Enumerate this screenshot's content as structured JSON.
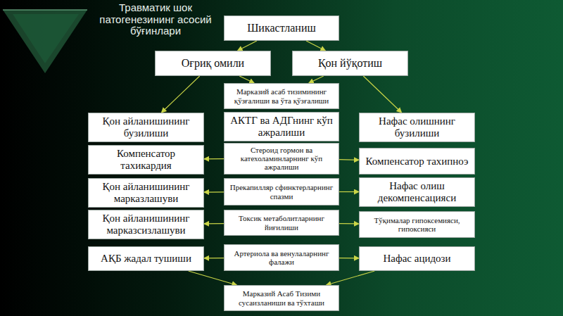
{
  "diagram": {
    "title": "Травматик шок патогенезининг асосий бўғинлари",
    "nodes": [
      {
        "text": [
          "Шикастланиш"
        ]
      },
      {
        "text": [
          "Оғриқ омили"
        ]
      },
      {
        "text": [
          "Қон йўқотиш"
        ]
      },
      {
        "text": [
          "Марказий асаб тизимининг қўзғалиши ва ўта қўзғалиши"
        ]
      },
      {
        "text": [
          "Қон айланишининг бузилиши"
        ]
      },
      {
        "text": [
          "АКТГ ва АДГнинг кўп ажралиши"
        ]
      },
      {
        "text": [
          "Нафас олишнинг бузилиши"
        ]
      },
      {
        "text": [
          "Компенсатор тахикардия"
        ]
      },
      {
        "text": [
          "Стероид гормон ва катехоламинларнинг кўп ажралиши"
        ]
      },
      {
        "text": [
          "Компенсатор тахипноэ"
        ]
      },
      {
        "text": [
          "Қон айланишининг марказлашуви"
        ]
      },
      {
        "text": [
          "Прекапилляр сфинктерларнинг спазми"
        ]
      },
      {
        "text": [
          "Нафас олиш декомпенсацияси"
        ]
      },
      {
        "text": [
          "Қон айланишининг марказсизлашуви"
        ]
      },
      {
        "text": [
          "Токсик метаболитларнинг йиғилиши"
        ]
      },
      {
        "text": [
          "Тўқималар гипоксемияси, гипоксияси"
        ]
      },
      {
        "text": [
          "АҚБ жадал тушиши"
        ]
      },
      {
        "text": [
          "Артериола ва венулаларнинг фалажи"
        ]
      },
      {
        "text": [
          "Нафас ацидози"
        ]
      },
      {
        "text": [
          "Марказий Асаб Тизими сусаизланиши ва тўхташи"
        ]
      }
    ],
    "edges": [
      {
        "from": 0,
        "to": 1,
        "arrow": "to"
      },
      {
        "from": 0,
        "to": 2,
        "arrow": "to"
      },
      {
        "from": 1,
        "to": 3,
        "arrow": "to"
      },
      {
        "from": 2,
        "to": 3,
        "arrow": "to"
      },
      {
        "from": 1,
        "to": 4,
        "arrow": "to"
      },
      {
        "from": 2,
        "to": 6,
        "arrow": "to"
      },
      {
        "from": 8,
        "to": 7,
        "arrow": "to"
      },
      {
        "from": 8,
        "to": 9,
        "arrow": "to"
      },
      {
        "from": 11,
        "to": 10,
        "arrow": "to"
      },
      {
        "from": 11,
        "to": 12,
        "arrow": "to"
      },
      {
        "from": 14,
        "to": 13,
        "arrow": "to"
      },
      {
        "from": 14,
        "to": 15,
        "arrow": "to"
      },
      {
        "from": 17,
        "to": 16,
        "arrow": "to"
      },
      {
        "from": 17,
        "to": 18,
        "arrow": "to"
      },
      {
        "from": 16,
        "to": 19,
        "arrow": "to"
      },
      {
        "from": 18,
        "to": 19,
        "arrow": "to"
      }
    ]
  }
}
